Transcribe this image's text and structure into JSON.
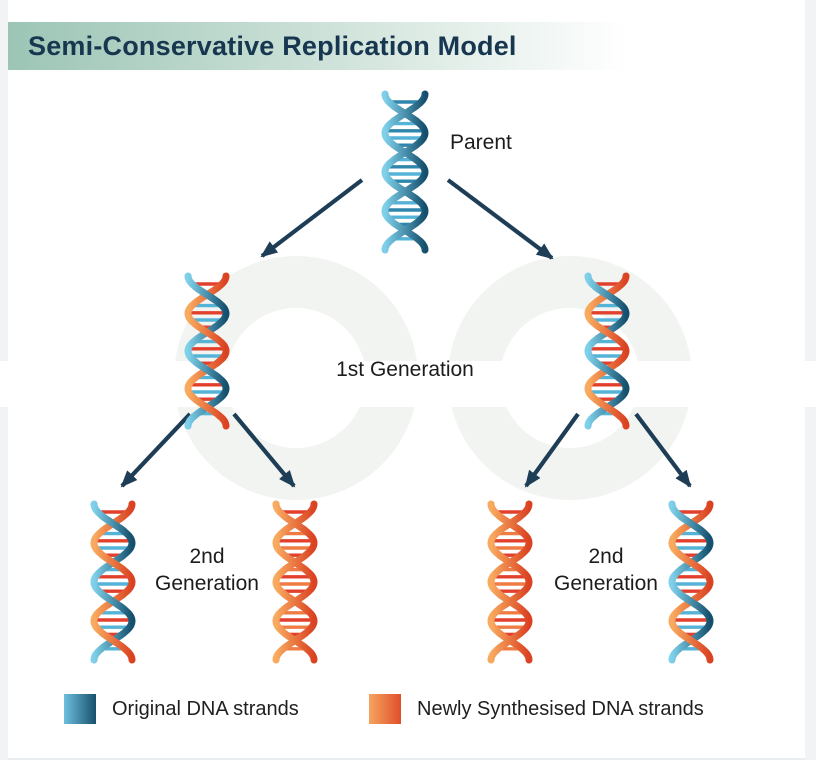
{
  "title": "Semi-Conservative Replication Model",
  "diagram": {
    "parent_label": "Parent",
    "first_generation_label": "1st Generation",
    "second_generation_label_line1": "2nd",
    "second_generation_label_line2": "Generation"
  },
  "legend": {
    "items": [
      {
        "label": "Original DNA strands",
        "swatch_start": "#6ebfdf",
        "swatch_end": "#17506c"
      },
      {
        "label": "Newly Synthesised DNA strands",
        "swatch_start": "#f5a45f",
        "swatch_end": "#e04f2b"
      }
    ]
  },
  "colors": {
    "title_text": "#17364f",
    "title_bar_gradient_start": "#9cc5b5",
    "arrow": "#1e3d56",
    "strand_original_light": "#7fd0ea",
    "strand_original_dark": "#14506e",
    "strand_new_light": "#f8ab60",
    "strand_new_dark": "#da4222",
    "rung_red": "#e2402c",
    "rung_blue": "#55b3d8",
    "rung_blue_dark": "#2e86ad",
    "rung_orange": "#ef7c45",
    "watermark": "#f2f4f1"
  },
  "helices": {
    "parent": {
      "left_strand": "original",
      "right_strand": "original"
    },
    "gen1-left": {
      "left_strand": "original",
      "right_strand": "new"
    },
    "gen1-right": {
      "left_strand": "original",
      "right_strand": "new"
    },
    "gen2-1": {
      "left_strand": "original",
      "right_strand": "new"
    },
    "gen2-2": {
      "left_strand": "new",
      "right_strand": "new"
    },
    "gen2-3": {
      "left_strand": "new",
      "right_strand": "new"
    },
    "gen2-4": {
      "left_strand": "original",
      "right_strand": "new"
    }
  }
}
